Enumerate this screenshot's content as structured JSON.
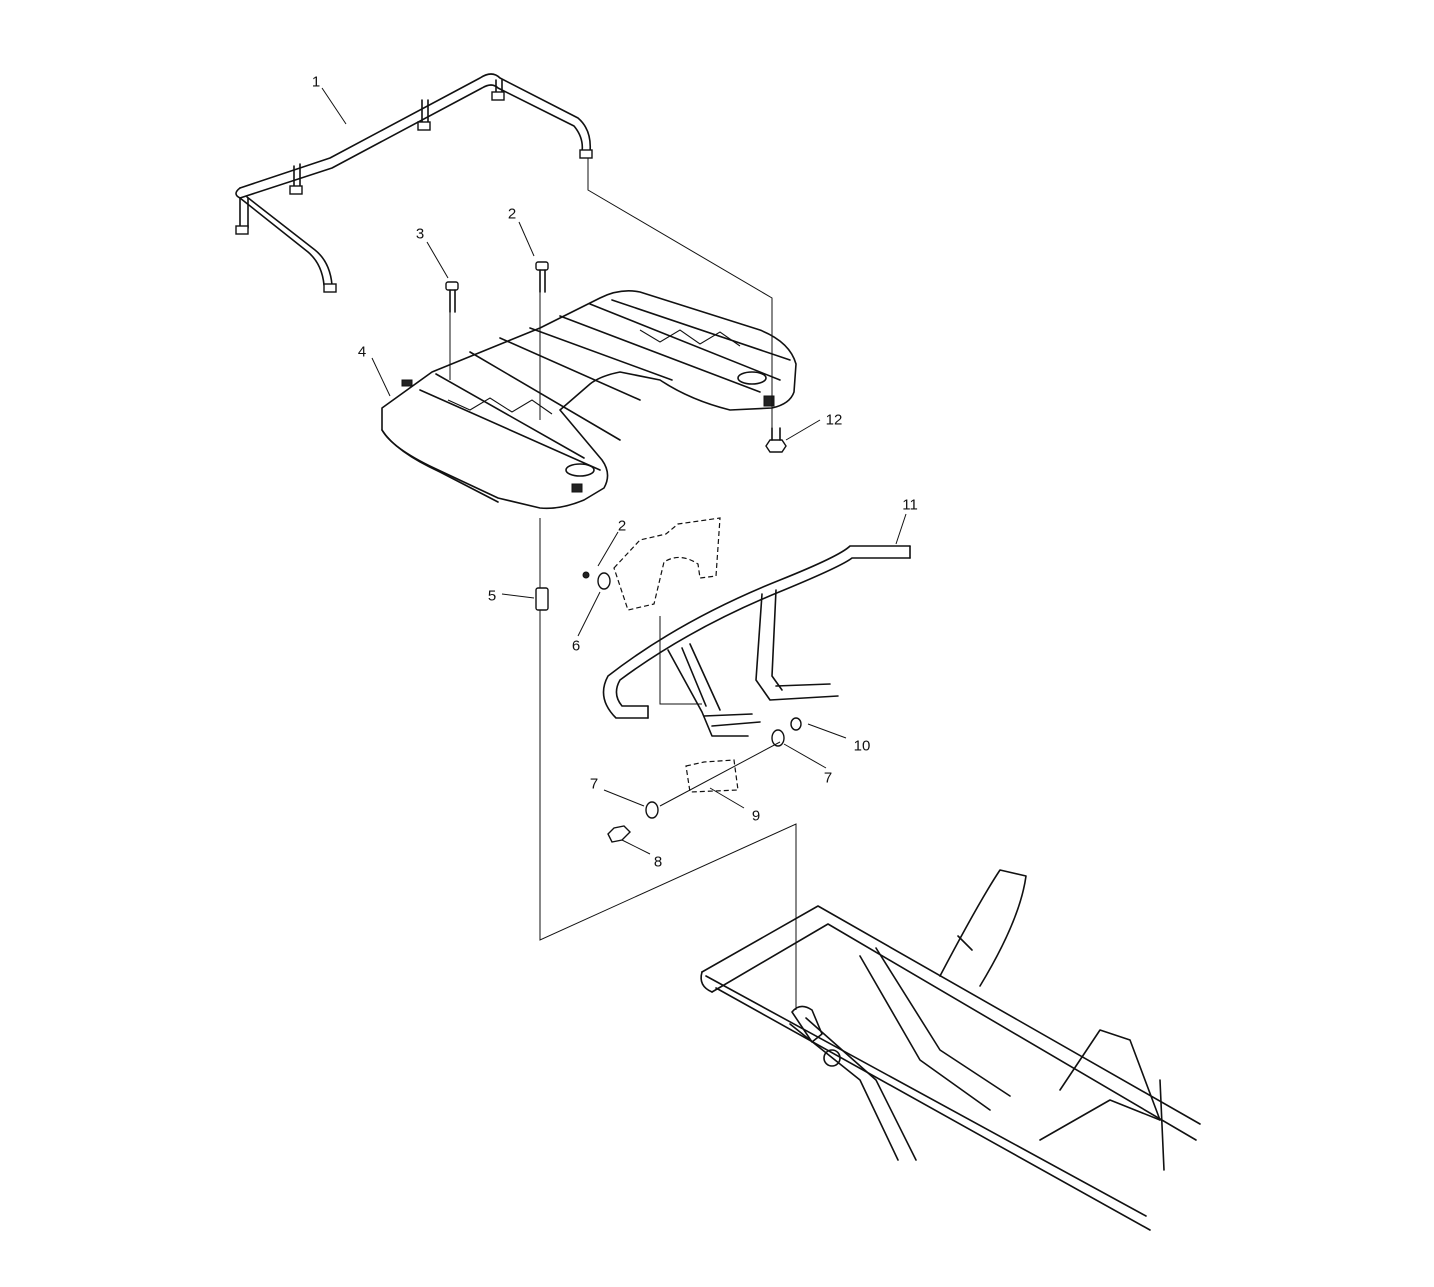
{
  "diagram": {
    "callouts": [
      {
        "id": "c1",
        "text": "1"
      },
      {
        "id": "c2a",
        "text": "2"
      },
      {
        "id": "c3",
        "text": "3"
      },
      {
        "id": "c4",
        "text": "4"
      },
      {
        "id": "c12",
        "text": "12"
      },
      {
        "id": "c11",
        "text": "11"
      },
      {
        "id": "c2b",
        "text": "2"
      },
      {
        "id": "c5",
        "text": "5"
      },
      {
        "id": "c6",
        "text": "6"
      },
      {
        "id": "c10",
        "text": "10"
      },
      {
        "id": "c7a",
        "text": "7"
      },
      {
        "id": "c7b",
        "text": "7"
      },
      {
        "id": "c9",
        "text": "9"
      },
      {
        "id": "c8",
        "text": "8"
      }
    ]
  }
}
